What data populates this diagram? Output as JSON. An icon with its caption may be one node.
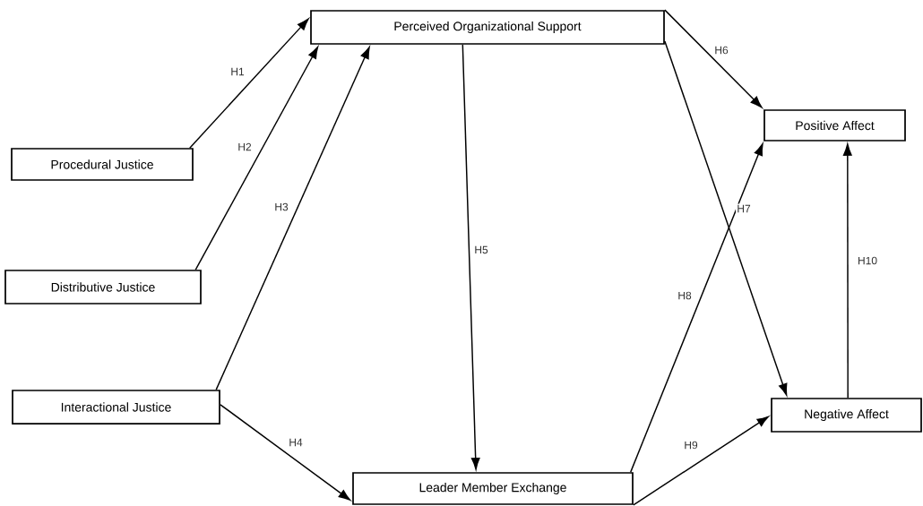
{
  "diagram": {
    "nodes": [
      {
        "text": [
          "Perceived Organizational Support"
        ]
      },
      {
        "text": [
          "Procedural Justice"
        ]
      },
      {
        "text": [
          "Distributive Justice"
        ]
      },
      {
        "text": [
          "Interactional Justice"
        ]
      },
      {
        "text": [
          "Leader Member Exchange"
        ]
      },
      {
        "text": [
          "Positive Affect"
        ]
      },
      {
        "text": [
          "Negative Affect"
        ]
      }
    ],
    "edges": [
      {
        "from": 1,
        "to": 0,
        "arrow": "to",
        "label": "H1"
      },
      {
        "from": 2,
        "to": 0,
        "arrow": "to",
        "label": "H2"
      },
      {
        "from": 3,
        "to": 0,
        "arrow": "to",
        "label": "H3"
      },
      {
        "from": 3,
        "to": 4,
        "arrow": "to",
        "label": "H4"
      },
      {
        "from": 0,
        "to": 4,
        "arrow": "to",
        "label": "H5"
      },
      {
        "from": 0,
        "to": 5,
        "arrow": "to",
        "label": "H6"
      },
      {
        "from": 0,
        "to": 6,
        "arrow": "to",
        "label": "H7"
      },
      {
        "from": 4,
        "to": 5,
        "arrow": "to",
        "label": "H8"
      },
      {
        "from": 4,
        "to": 6,
        "arrow": "to",
        "label": "H9"
      },
      {
        "from": 6,
        "to": 5,
        "arrow": "to",
        "label": "H10"
      }
    ]
  }
}
